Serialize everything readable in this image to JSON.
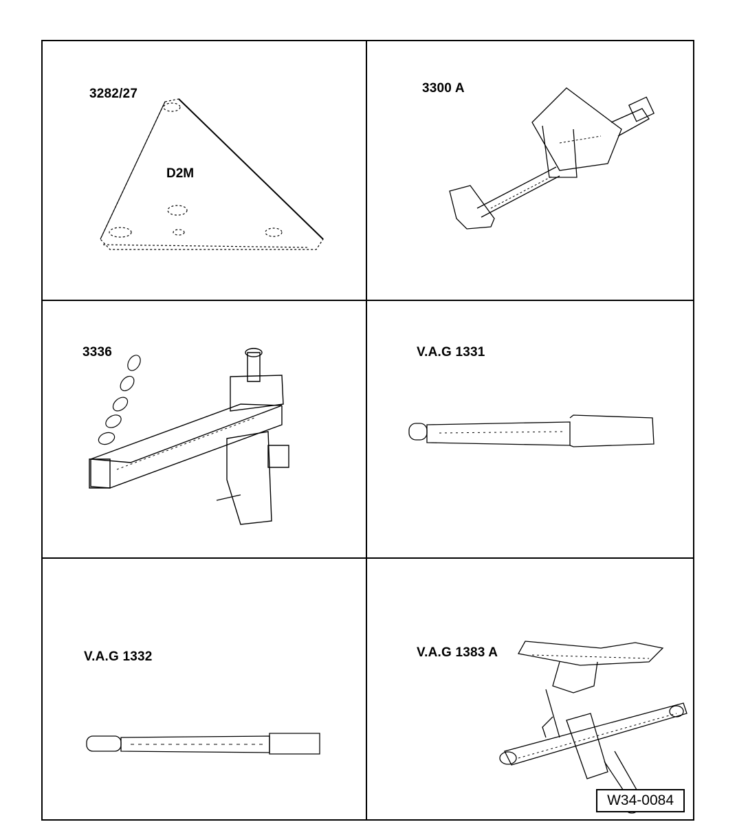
{
  "tools": [
    {
      "id": "3282-27",
      "label": "3282/27",
      "marking": "D2M"
    },
    {
      "id": "3300a",
      "label": "3300 A"
    },
    {
      "id": "3336",
      "label": "3336"
    },
    {
      "id": "vag1331",
      "label": "V.A.G 1331"
    },
    {
      "id": "vag1332",
      "label": "V.A.G 1332"
    },
    {
      "id": "vag1383a",
      "label": "V.A.G 1383 A"
    }
  ],
  "figure_ref": "W34-0084"
}
